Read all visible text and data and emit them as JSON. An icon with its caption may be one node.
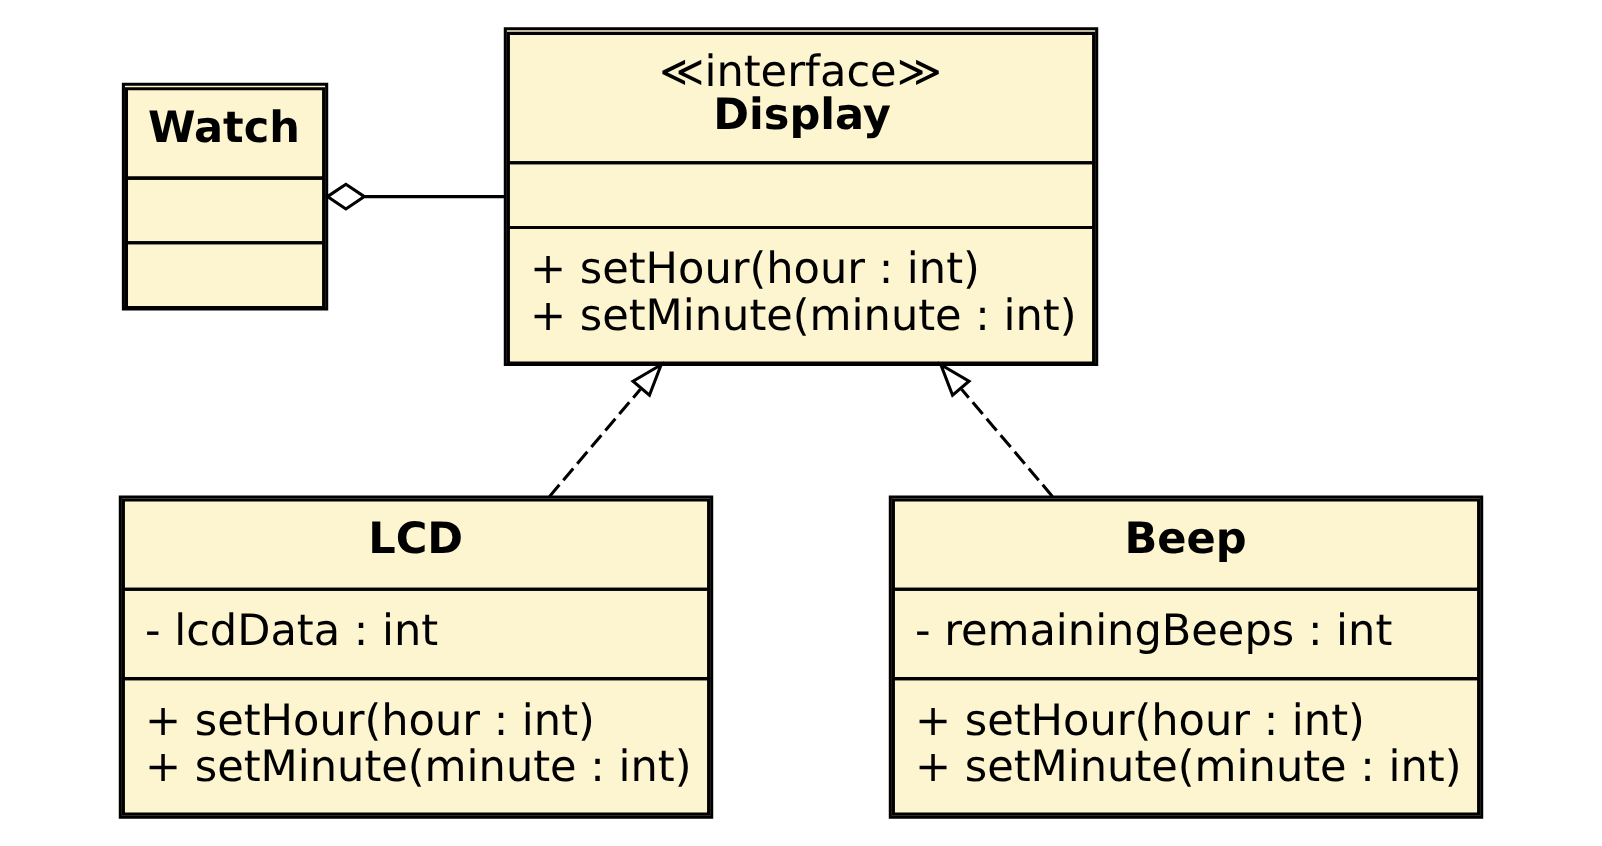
{
  "diagram": {
    "nodes": [
      {
        "text": [
          "Watch"
        ]
      },
      {
        "text": [
          "≪interface≫",
          "Display",
          "+ setHour(hour : int)",
          "+ setMinute(minute : int)"
        ]
      },
      {
        "text": [
          "LCD",
          "- lcdData : int",
          "+ setHour(hour : int)",
          "+ setMinute(minute : int)"
        ]
      },
      {
        "text": [
          "Beep",
          "- remainingBeeps : int",
          "+ setHour(hour : int)",
          "+ setMinute(minute : int)"
        ]
      }
    ],
    "edges": [
      {
        "from": 0,
        "to": 1,
        "arrow": "other"
      },
      {
        "from": 2,
        "to": 1,
        "arrow": "to",
        "style": "dashed"
      },
      {
        "from": 3,
        "to": 1,
        "arrow": "to",
        "style": "dashed"
      }
    ]
  }
}
